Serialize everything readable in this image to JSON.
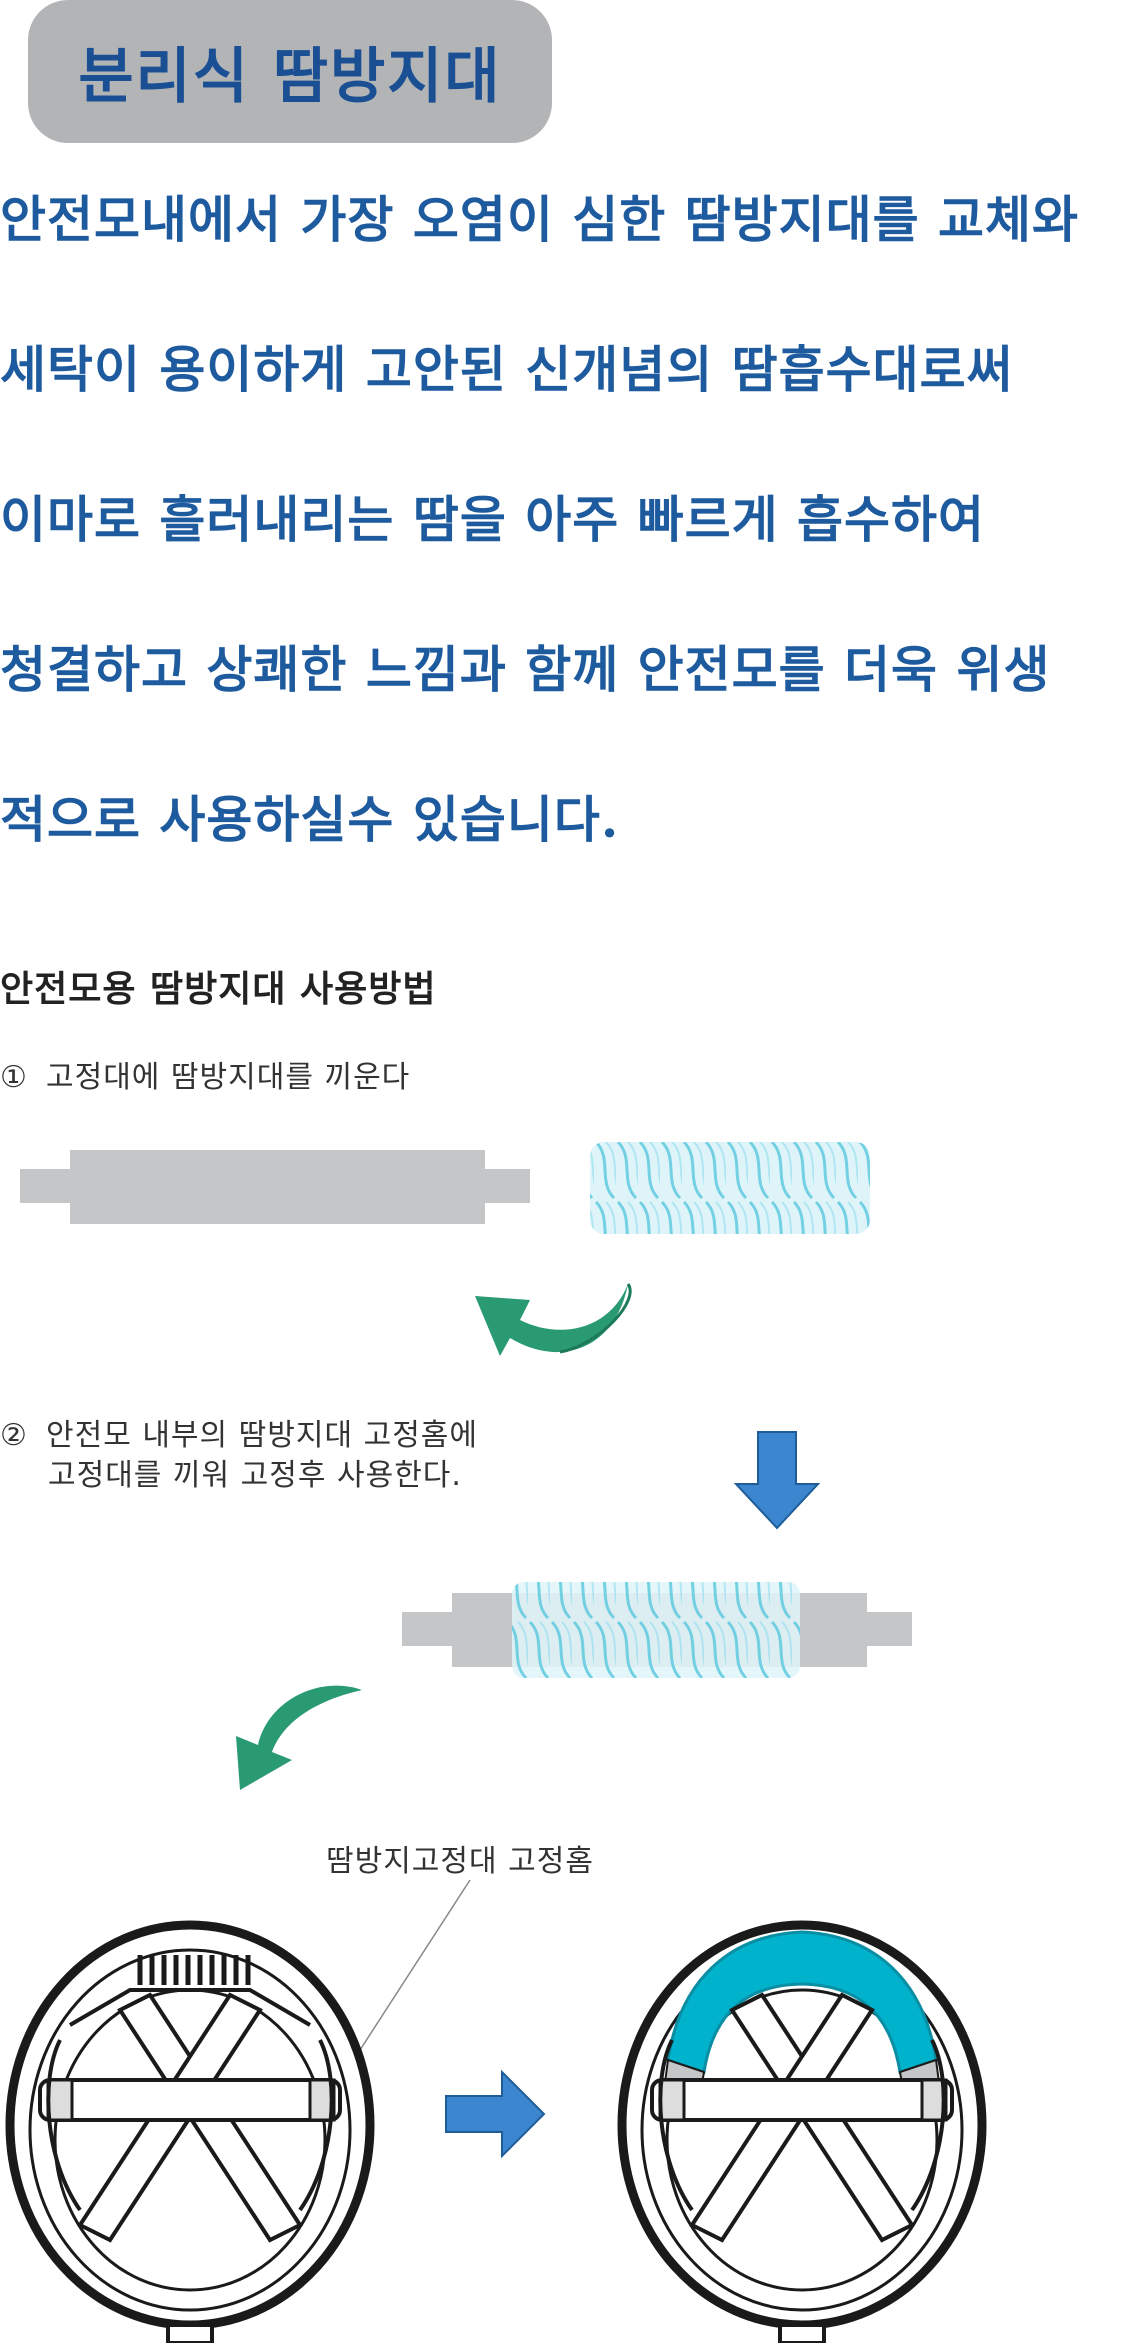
{
  "header": {
    "badge_title": "분리식 땀방지대"
  },
  "intro": {
    "lines": [
      "안전모내에서 가장 오염이 심한 땀방지대를 교체와",
      "세탁이 용이하게 고안된 신개념의 땀흡수대로써",
      "이마로 흘러내리는 땀을 아주 빠르게 흡수하여",
      "청결하고 상쾌한 느낌과 함께 안전모를 더욱 위생",
      "적으로 사용하실수 있습니다."
    ]
  },
  "usage": {
    "title": "안전모용 땀방지대 사용방법",
    "step1": {
      "num": "①",
      "text": "고정대에 땀방지대를 끼운다"
    },
    "step2": {
      "num": "②",
      "line1": "안전모 내부의 땀방지대 고정홈에",
      "line2": "고정대를 끼워 고정후 사용한다."
    }
  },
  "diagram": {
    "callout_label": "땀방지고정대 고정홈",
    "colors": {
      "bar_gray": "#c5c6c8",
      "pad_cyan": "#00b2cc",
      "arrow_green": "#2a9a72",
      "arrow_blue": "#3b86cf",
      "helmet_line": "#1a1a1a"
    },
    "icons": [
      "green-curved-arrow-icon",
      "blue-down-arrow-icon",
      "blue-right-arrow-icon",
      "helmet-icon"
    ]
  }
}
